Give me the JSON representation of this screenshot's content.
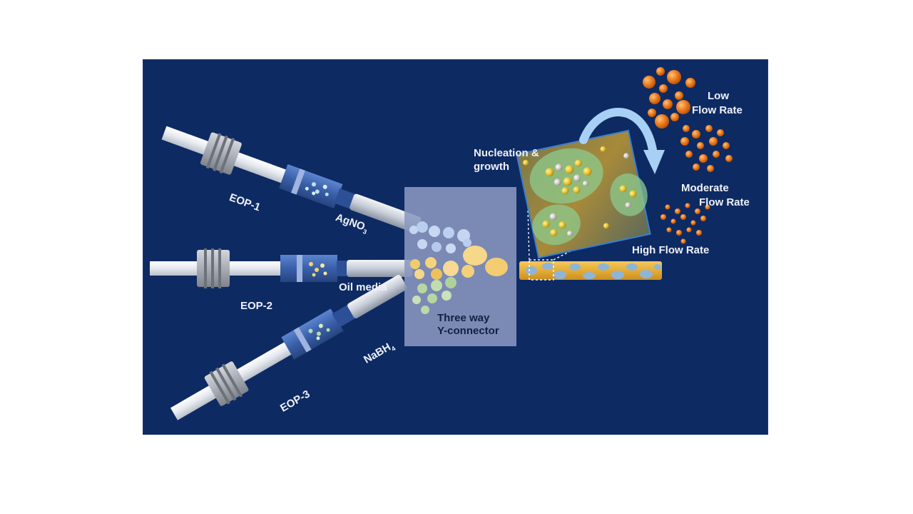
{
  "labels": {
    "eop1": "EOP-1",
    "eop2": "EOP-2",
    "eop3": "EOP-3",
    "agno3_base": "AgNO",
    "agno3_sub": "3",
    "oil": "Oil media",
    "nabh4_base": "NaBH",
    "nabh4_sub": "4",
    "connector_line1": "Three way",
    "connector_line2": "Y-connector",
    "nucleation_line1": "Nucleation &",
    "nucleation_line2": "growth",
    "low_line1": "Low",
    "low_line2": "Flow Rate",
    "moderate_line1": "Moderate",
    "moderate_line2": "Flow Rate",
    "high": "High Flow Rate"
  },
  "colors": {
    "background": "#0e2a63",
    "connector": "#8a97c0",
    "tube": "#e9edf2",
    "syringe": "#3c63b0",
    "particle_orange": "#e8791e",
    "droplet_yellow": "#f4c860",
    "droplet_blue": "#9fc6ea",
    "droplet_green": "#b4d6a4",
    "arrow": "#a8d0f5"
  }
}
